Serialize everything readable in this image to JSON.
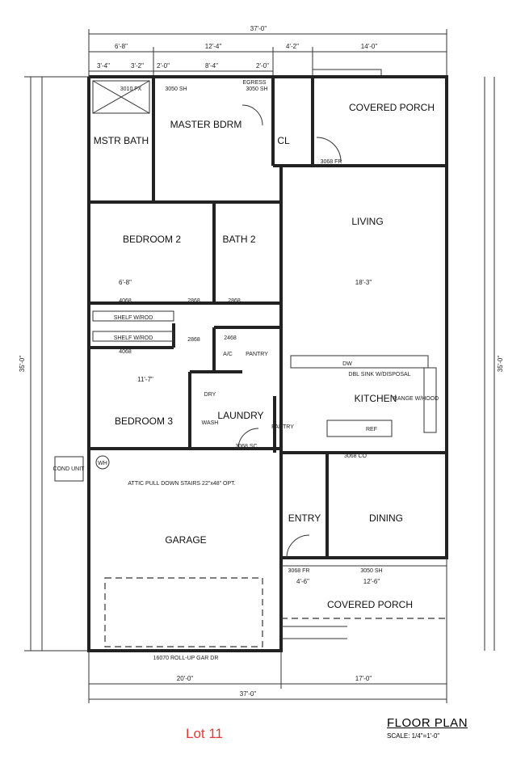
{
  "rooms": {
    "master_bdrm": "MASTER BDRM",
    "mstr_bath": "MSTR BATH",
    "closet": "CL",
    "covered_porch_rear": "COVERED PORCH",
    "living": "LIVING",
    "bedroom2": "BEDROOM 2",
    "bath2": "BATH 2",
    "kitchen": "KITCHEN",
    "bedroom3": "BEDROOM 3",
    "laundry": "LAUNDRY",
    "entry": "ENTRY",
    "dining": "DINING",
    "garage": "GARAGE",
    "covered_porch_front": "COVERED PORCH"
  },
  "notes": {
    "shelf1": "SHELF W/ROD",
    "shelf2": "SHELF W/ROD",
    "ac": "A/C",
    "pantry1": "PANTRY",
    "pantry2": "PANTRY",
    "dry": "DRY",
    "wash": "WASH",
    "ref": "REF",
    "dw": "DW",
    "sink": "DBL SINK W/DISPOSAL",
    "range": "RANGE W/HOOD",
    "wh": "WH",
    "cond": "COND UNIT",
    "attic": "ATTIC PULL DOWN STAIRS 22\"x48\" OPT.",
    "garage_door": "16070 ROLL-UP GAR DR",
    "egress": "EGRESS",
    "win_3010": "3010 FX",
    "win_3050a": "3050 SH",
    "win_3050b": "3050 SH",
    "door_3068_fr_rear": "3068 FR",
    "door_3068_fr_front": "3068 FR",
    "door_3068_sc": "3068 SC",
    "door_3068_co": "3068 CO",
    "door_2868a": "2868",
    "door_2868b": "2868",
    "door_2868c": "2868",
    "door_2468": "2468",
    "closet_4068a": "4068",
    "closet_4068b": "4068",
    "win_3050_front": "3050 SH"
  },
  "dimensions": {
    "top_total": "37'-0\"",
    "top_row2": [
      "6'-8\"",
      "12'-4\"",
      "4'-2\"",
      "14'-0\""
    ],
    "top_row3": [
      "3'-4\"",
      "3'-2\"",
      "2'-0\"",
      "8'-4\"",
      "2'-0\""
    ],
    "bottom_row": [
      "20'-0\"",
      "17'-0\""
    ],
    "bottom_total": "37'-0\"",
    "left_total": "35'-0\"",
    "right_total": "35'-0\"",
    "living_width": "18'-3\"",
    "bed3_width": "11'-7\"",
    "bed2_closet": "6'-8\"",
    "porch_dims": [
      "4'-6\"",
      "12'-6\""
    ]
  },
  "labels": {
    "lot": "Lot 11",
    "title": "FLOOR PLAN",
    "scale": "SCALE:  1/4\"=1'-0\""
  }
}
